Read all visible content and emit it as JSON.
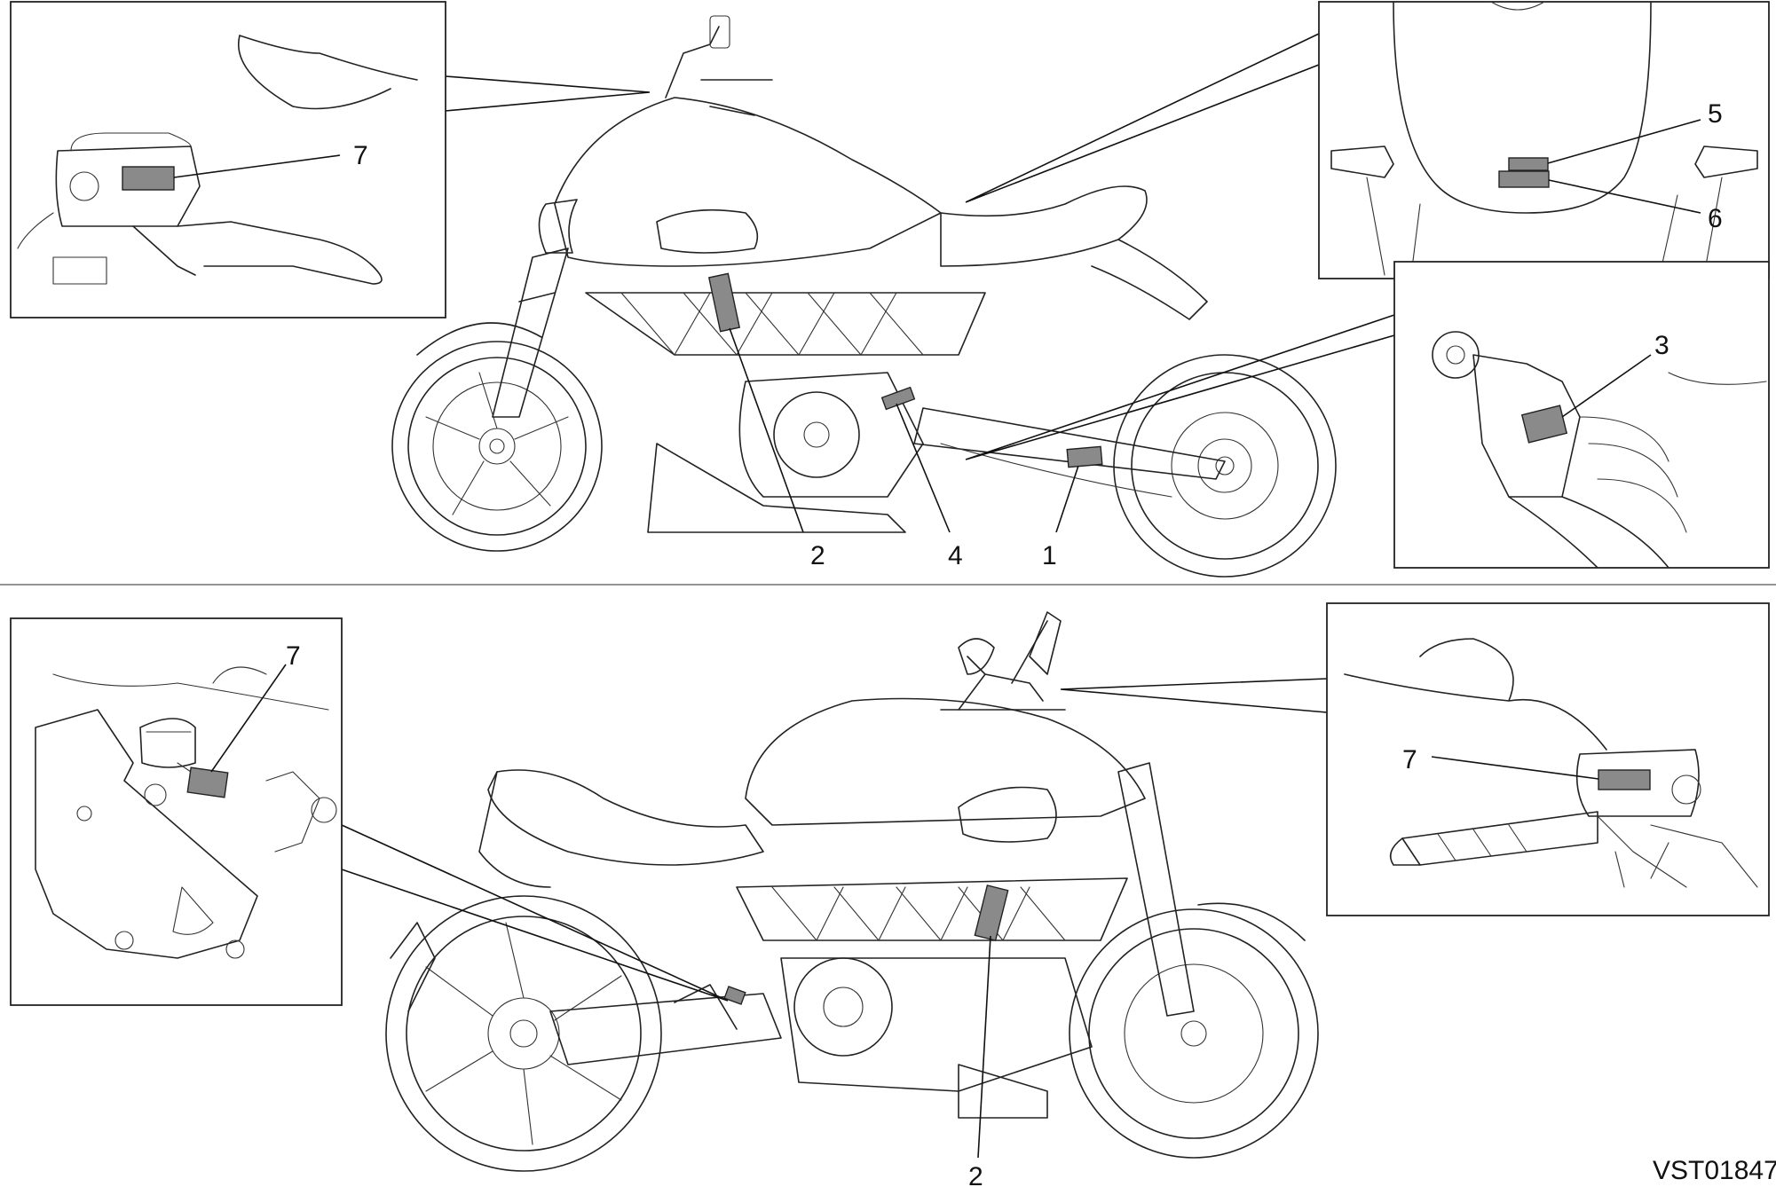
{
  "drawing_code": "VST01847",
  "callouts": {
    "top_inset_left_7": "7",
    "top_inset_right_5": "5",
    "top_inset_right_6": "6",
    "top_inset_right_3": "3",
    "top_main_2": "2",
    "top_main_4": "4",
    "top_main_1": "1",
    "bottom_inset_left_7": "7",
    "bottom_inset_right_7": "7",
    "bottom_main_2": "2"
  }
}
